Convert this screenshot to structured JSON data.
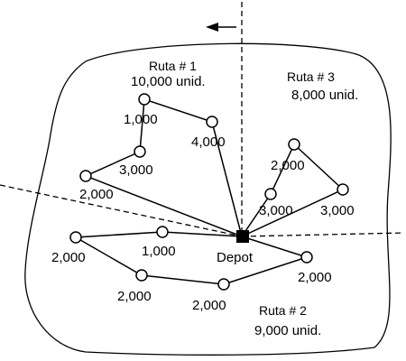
{
  "diagram": {
    "depot_label": "Depot",
    "routes": [
      {
        "title": "Ruta # 1",
        "units": "10,000 unid."
      },
      {
        "title": "Ruta # 3",
        "units": "8,000 unid."
      },
      {
        "title": "Ruta # 2",
        "units": "9,000 unid."
      }
    ],
    "quantities": {
      "r1_a": "1,000",
      "r1_b": "4,000",
      "r1_c": "3,000",
      "r1_d": "2,000",
      "r3_a": "2,000",
      "r3_b": "3,000",
      "r3_c": "3,000",
      "r2_a": "2,000",
      "r2_b": "1,000",
      "r2_c": "2,000",
      "r2_d": "2,000",
      "r2_e": "2,000"
    }
  }
}
